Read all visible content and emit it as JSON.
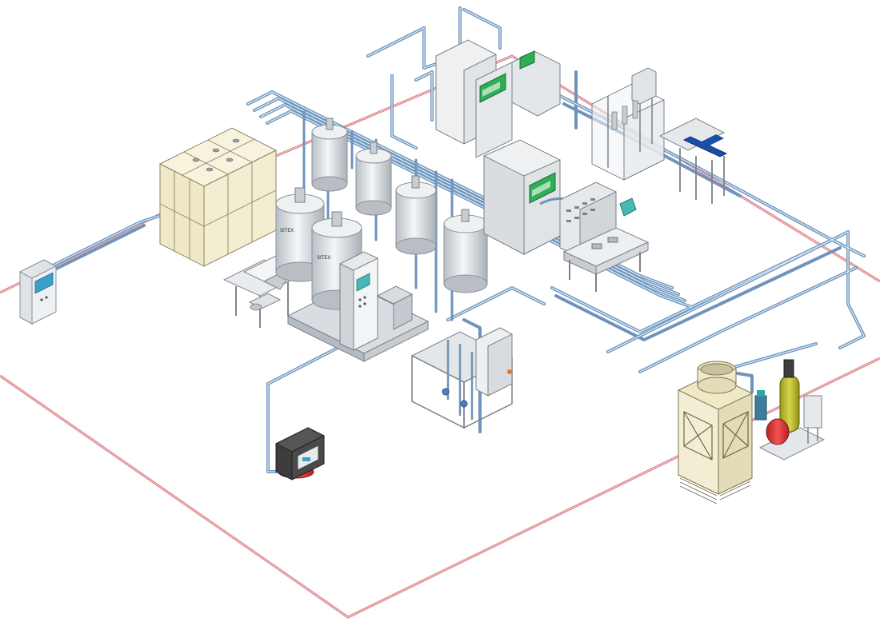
{
  "diagram": {
    "kind": "isometric plant layout",
    "brand_label": "SITEX",
    "colors": {
      "floor_outline": "#d9767d",
      "floor_outline_inner": "#f3c6c9",
      "pipe": "#7fa3c8",
      "pipe_highlight": "#d5e6f5",
      "steel": "#d9dde2",
      "steel_dark": "#9aa1a8",
      "cream_panel": "#efe9c8",
      "screen_green": "#2fae55",
      "screen_teal": "#48b9b2",
      "red_vessel": "#e23a3a",
      "dark_unit": "#3d3d3d",
      "conveyor_blue": "#1a4fa8"
    },
    "equipment": [
      {
        "id": "control-cabinet-left",
        "icon": "control-cabinet-icon"
      },
      {
        "id": "cold-room-panels",
        "icon": "insulated-room-icon"
      },
      {
        "id": "receiving-tank-hopper",
        "icon": "hopper-icon"
      },
      {
        "id": "mixing-tank-1",
        "icon": "tank-icon"
      },
      {
        "id": "mixing-tank-2",
        "icon": "tank-icon"
      },
      {
        "id": "aging-tank-1",
        "icon": "tank-icon"
      },
      {
        "id": "aging-tank-2",
        "icon": "tank-icon"
      },
      {
        "id": "aging-tank-3",
        "icon": "tank-icon"
      },
      {
        "id": "aging-tank-4",
        "icon": "tank-icon"
      },
      {
        "id": "aging-tank-5",
        "icon": "tank-icon"
      },
      {
        "id": "pasteurizer-control-panel",
        "icon": "control-panel-icon"
      },
      {
        "id": "cip-station",
        "icon": "skid-icon"
      },
      {
        "id": "air-compressor",
        "icon": "compressor-icon"
      },
      {
        "id": "continuous-freezer-1",
        "icon": "freezer-icon"
      },
      {
        "id": "continuous-freezer-2",
        "icon": "freezer-icon"
      },
      {
        "id": "ingredient-feeder",
        "icon": "feeder-icon"
      },
      {
        "id": "filling-machine",
        "icon": "filler-icon"
      },
      {
        "id": "output-conveyor",
        "icon": "conveyor-icon"
      },
      {
        "id": "work-table",
        "icon": "table-icon"
      },
      {
        "id": "cooling-tower",
        "icon": "cooling-tower-icon"
      },
      {
        "id": "water-pump-station",
        "icon": "pump-icon"
      }
    ]
  }
}
